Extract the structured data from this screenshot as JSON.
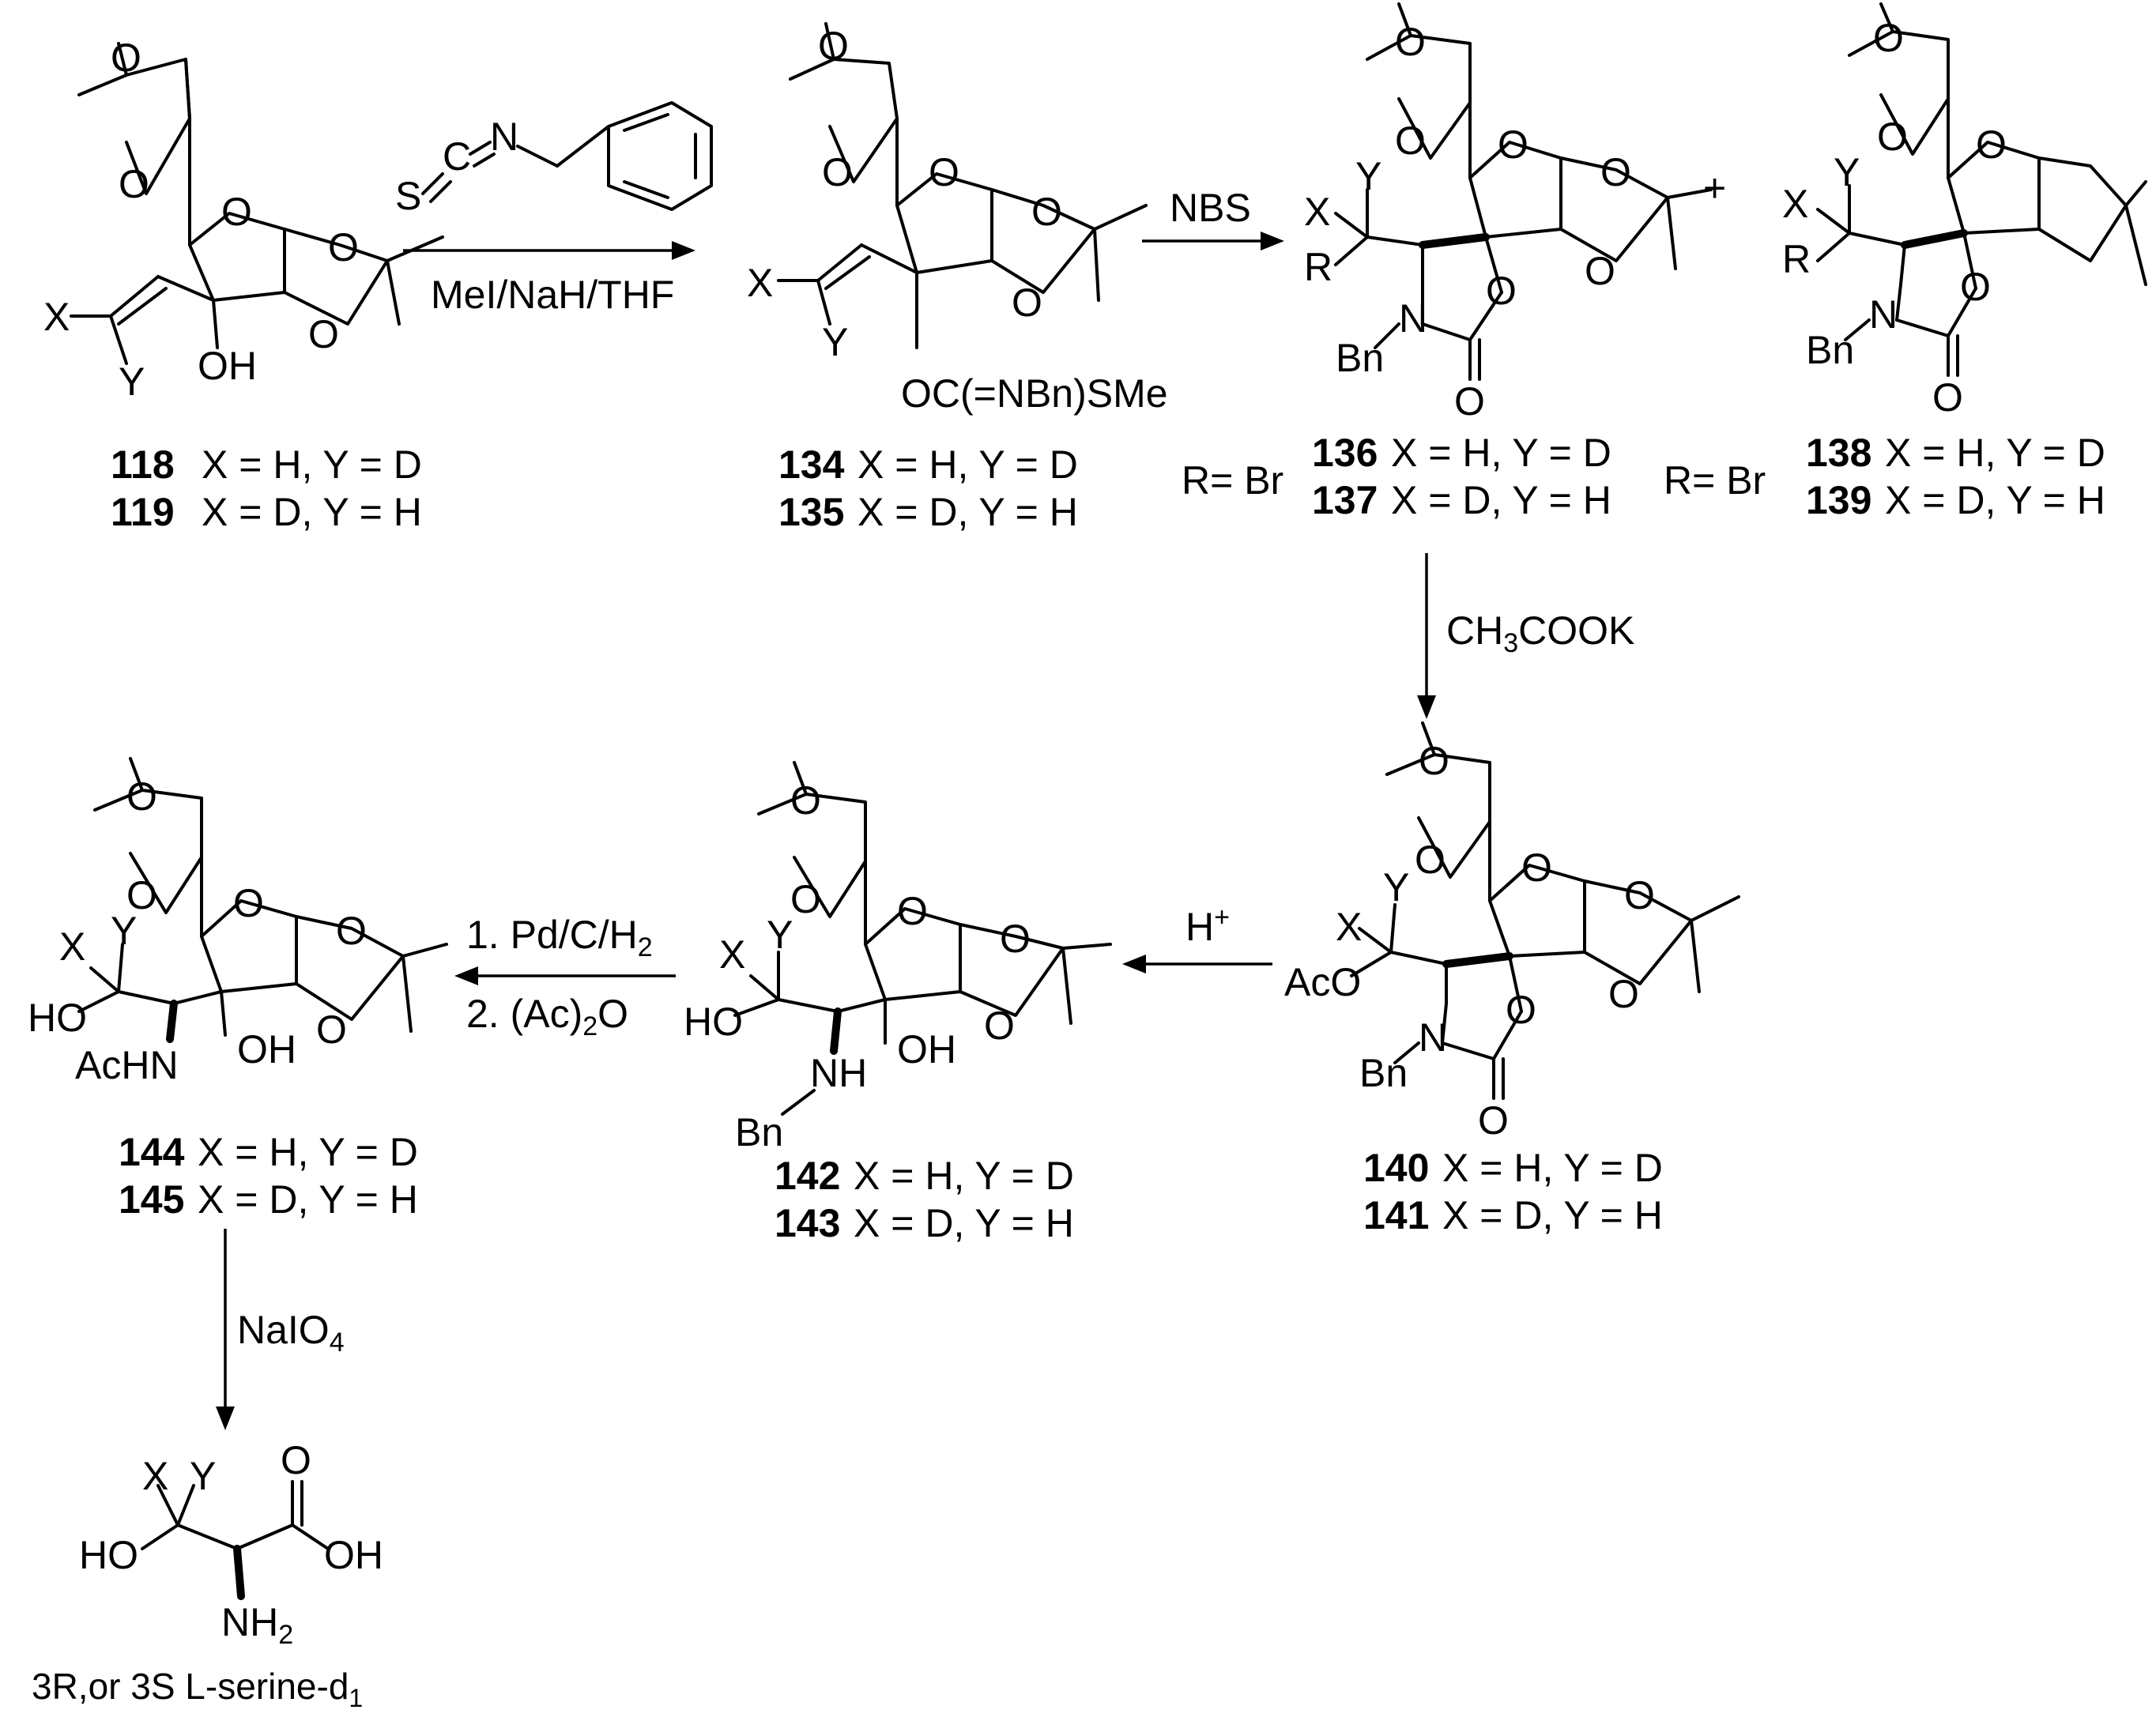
{
  "reactions": {
    "r1": {
      "reagent_top_atoms": [
        "S",
        "C",
        "N"
      ],
      "reagent_bottom": "MeI/NaH/THF"
    },
    "r2": {
      "reagent": "NBS"
    },
    "r3": {
      "reagent_prefix": "CH",
      "reagent_sub": "3",
      "reagent_suffix": "COOK"
    },
    "r4": {
      "reagent": "H",
      "reagent_sup": "+"
    },
    "r5": {
      "line1": "1. Pd/C/H",
      "line1_sub": "2",
      "line2_a": "2. (Ac)",
      "line2_sub": "2",
      "line2_b": "O"
    },
    "r6": {
      "reagent": "NaIO",
      "reagent_sub": "4"
    }
  },
  "compounds": {
    "c118": {
      "id": "118",
      "desc": "X = H, Y = D"
    },
    "c119": {
      "id": "119",
      "desc": "X = D, Y = H"
    },
    "c134": {
      "id": "134",
      "desc": "X = H, Y = D"
    },
    "c135": {
      "id": "135",
      "desc": "X = D, Y = H"
    },
    "c136": {
      "id": "136",
      "desc": "X = H, Y = D"
    },
    "c137": {
      "id": "137",
      "desc": "X = D, Y = H"
    },
    "c138": {
      "id": "138",
      "desc": "X = H, Y = D"
    },
    "c139": {
      "id": "139",
      "desc": "X = D, Y = H"
    },
    "c140": {
      "id": "140",
      "desc": "X = H, Y = D"
    },
    "c141": {
      "id": "141",
      "desc": "X = D, Y = H"
    },
    "c142": {
      "id": "142",
      "desc": "X = H, Y = D"
    },
    "c143": {
      "id": "143",
      "desc": "X = D, Y = H"
    },
    "c144": {
      "id": "144",
      "desc": "X = H, Y = D"
    },
    "c145": {
      "id": "145",
      "desc": "X = D, Y = H"
    }
  },
  "r_notes": {
    "n1": "R= Br",
    "n2": "R= Br"
  },
  "plus_sign": "+",
  "product": {
    "prefix": "3R,or 3S L-serine-d",
    "sub": "1"
  },
  "atoms": {
    "O": "O",
    "X": "X",
    "Y": "Y",
    "OH": "OH",
    "HO": "HO",
    "N": "N",
    "Bn": "Bn",
    "R": "R",
    "AcO": "AcO",
    "AcHN": "AcHN",
    "NH": "NH",
    "NH2": "NH",
    "sub2": "2",
    "imidate": "OC(=NBn)SMe"
  }
}
